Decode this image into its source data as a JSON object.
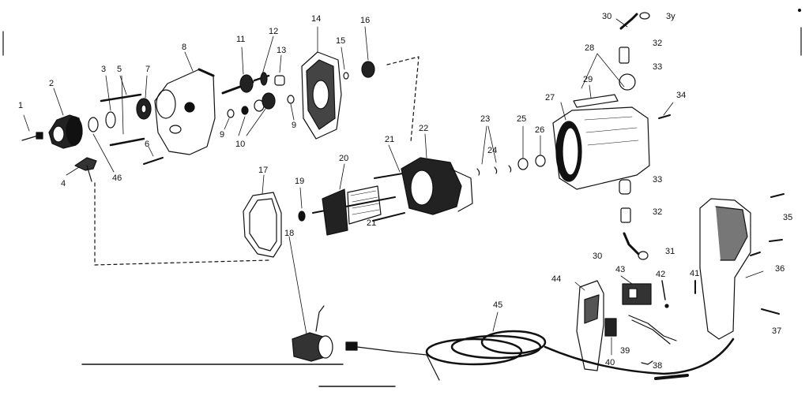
{
  "diagram": {
    "callouts": [
      {
        "id": "1",
        "text": "1"
      },
      {
        "id": "2",
        "text": "2"
      },
      {
        "id": "3",
        "text": "3"
      },
      {
        "id": "4",
        "text": "4"
      },
      {
        "id": "5",
        "text": "5"
      },
      {
        "id": "6",
        "text": "6"
      },
      {
        "id": "7",
        "text": "7"
      },
      {
        "id": "8",
        "text": "8"
      },
      {
        "id": "9a",
        "text": "9"
      },
      {
        "id": "9b",
        "text": "9"
      },
      {
        "id": "10",
        "text": "10"
      },
      {
        "id": "11",
        "text": "11"
      },
      {
        "id": "12",
        "text": "12"
      },
      {
        "id": "13",
        "text": "13"
      },
      {
        "id": "14",
        "text": "14"
      },
      {
        "id": "15",
        "text": "15"
      },
      {
        "id": "16",
        "text": "16"
      },
      {
        "id": "17",
        "text": "17"
      },
      {
        "id": "18",
        "text": "18"
      },
      {
        "id": "19",
        "text": "19"
      },
      {
        "id": "20",
        "text": "20"
      },
      {
        "id": "21a",
        "text": "21"
      },
      {
        "id": "21b",
        "text": "21"
      },
      {
        "id": "22",
        "text": "22"
      },
      {
        "id": "23",
        "text": "23"
      },
      {
        "id": "24",
        "text": "24"
      },
      {
        "id": "25",
        "text": "25"
      },
      {
        "id": "26",
        "text": "26"
      },
      {
        "id": "27",
        "text": "27"
      },
      {
        "id": "28",
        "text": "28"
      },
      {
        "id": "29",
        "text": "29"
      },
      {
        "id": "30a",
        "text": "30"
      },
      {
        "id": "30b",
        "text": "30"
      },
      {
        "id": "31a",
        "text": "3y"
      },
      {
        "id": "31b",
        "text": "31"
      },
      {
        "id": "32a",
        "text": "32"
      },
      {
        "id": "32b",
        "text": "32"
      },
      {
        "id": "33a",
        "text": "33"
      },
      {
        "id": "33b",
        "text": "33"
      },
      {
        "id": "34",
        "text": "34"
      },
      {
        "id": "35",
        "text": "35"
      },
      {
        "id": "36",
        "text": "36"
      },
      {
        "id": "37",
        "text": "37"
      },
      {
        "id": "38",
        "text": "38"
      },
      {
        "id": "39",
        "text": "39"
      },
      {
        "id": "40",
        "text": "40"
      },
      {
        "id": "41",
        "text": "41"
      },
      {
        "id": "42",
        "text": "42"
      },
      {
        "id": "43",
        "text": "43"
      },
      {
        "id": "44",
        "text": "44"
      },
      {
        "id": "45",
        "text": "45"
      },
      {
        "id": "46",
        "text": "46"
      }
    ],
    "ink_color": "#111111",
    "background_color": "#ffffff"
  }
}
